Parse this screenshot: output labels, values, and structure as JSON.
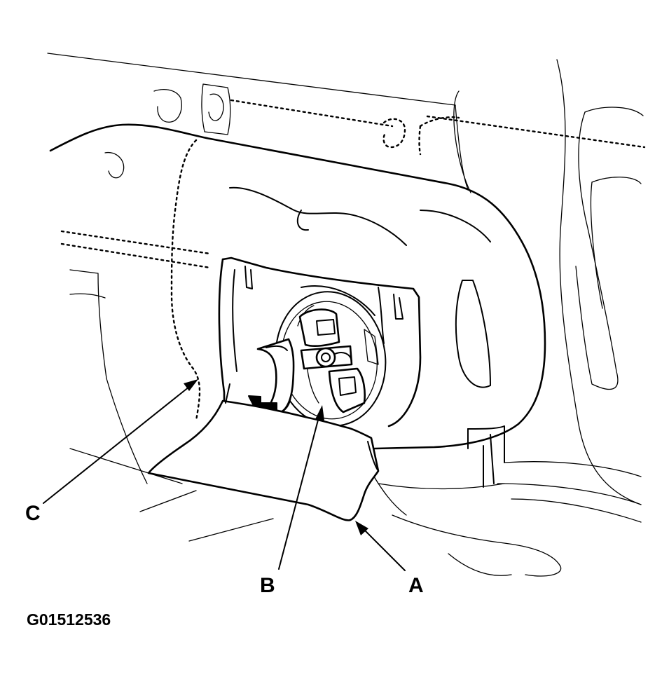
{
  "callouts": {
    "a": "A",
    "b": "B",
    "c": "C"
  },
  "figure_id": "G01512536"
}
